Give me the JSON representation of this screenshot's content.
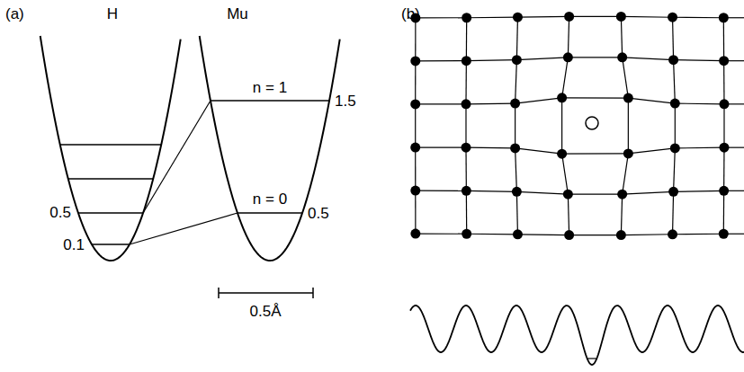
{
  "diagram": {
    "labels": [
      "(a)",
      "H",
      "Mu",
      "(b)",
      "n = 1",
      "1.5",
      "0.5",
      "n = 0",
      "0.5",
      "0.1",
      "0.5Å"
    ]
  }
}
